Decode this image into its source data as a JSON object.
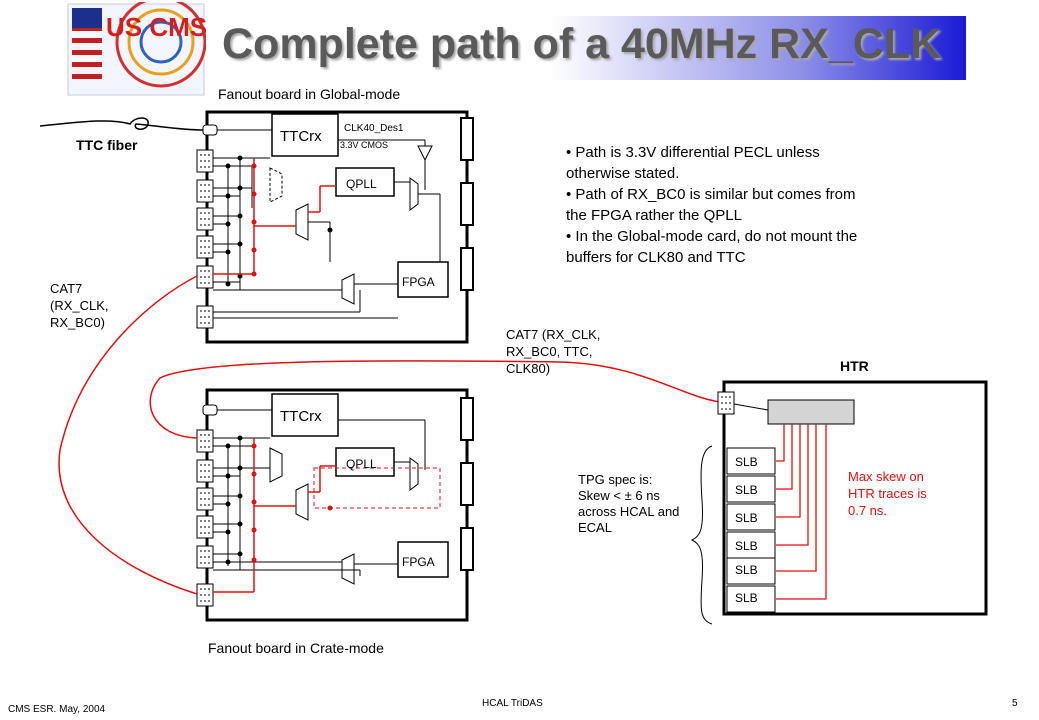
{
  "title": "Complete path of a 40MHz RX_CLK",
  "logo_text": "US CMS",
  "labels": {
    "global_board": "Fanout board in Global-mode",
    "crate_board": "Fanout board in Crate-mode",
    "ttc_fiber": "TTC fiber",
    "ttcrx": "TTCrx",
    "qpll": "QPLL",
    "fpga": "FPGA",
    "clk40": "CLK40_Des1",
    "cmos": "3.3V CMOS",
    "cat7_left": [
      "CAT7",
      "(RX_CLK,",
      "RX_BC0)"
    ],
    "cat7_mid": [
      "CAT7 (RX_CLK,",
      "RX_BC0, TTC,",
      "CLK80)"
    ],
    "htr": "HTR",
    "slb": "SLB",
    "tpg_spec": [
      "TPG spec is:",
      "Skew < ± 6 ns",
      "across HCAL and",
      "ECAL"
    ],
    "max_skew": [
      "Max skew on",
      "HTR traces is",
      "0.7 ns."
    ]
  },
  "bullets": [
    [
      "• Path is 3.3V differential PECL unless",
      "otherwise stated."
    ],
    [
      "• Path of RX_BC0 is similar but comes from",
      "the FPGA rather the QPLL"
    ],
    [
      "• In the Global-mode card, do not mount the",
      "buffers for CLK80 and TTC"
    ]
  ],
  "footer": {
    "left": "CMS ESR. May, 2004",
    "center": "HCAL TriDAS",
    "page": "5"
  },
  "colors": {
    "signal_red": "#e01010",
    "annotation_red": "#e01010",
    "title_gradient_end": "#1a1ad6"
  }
}
